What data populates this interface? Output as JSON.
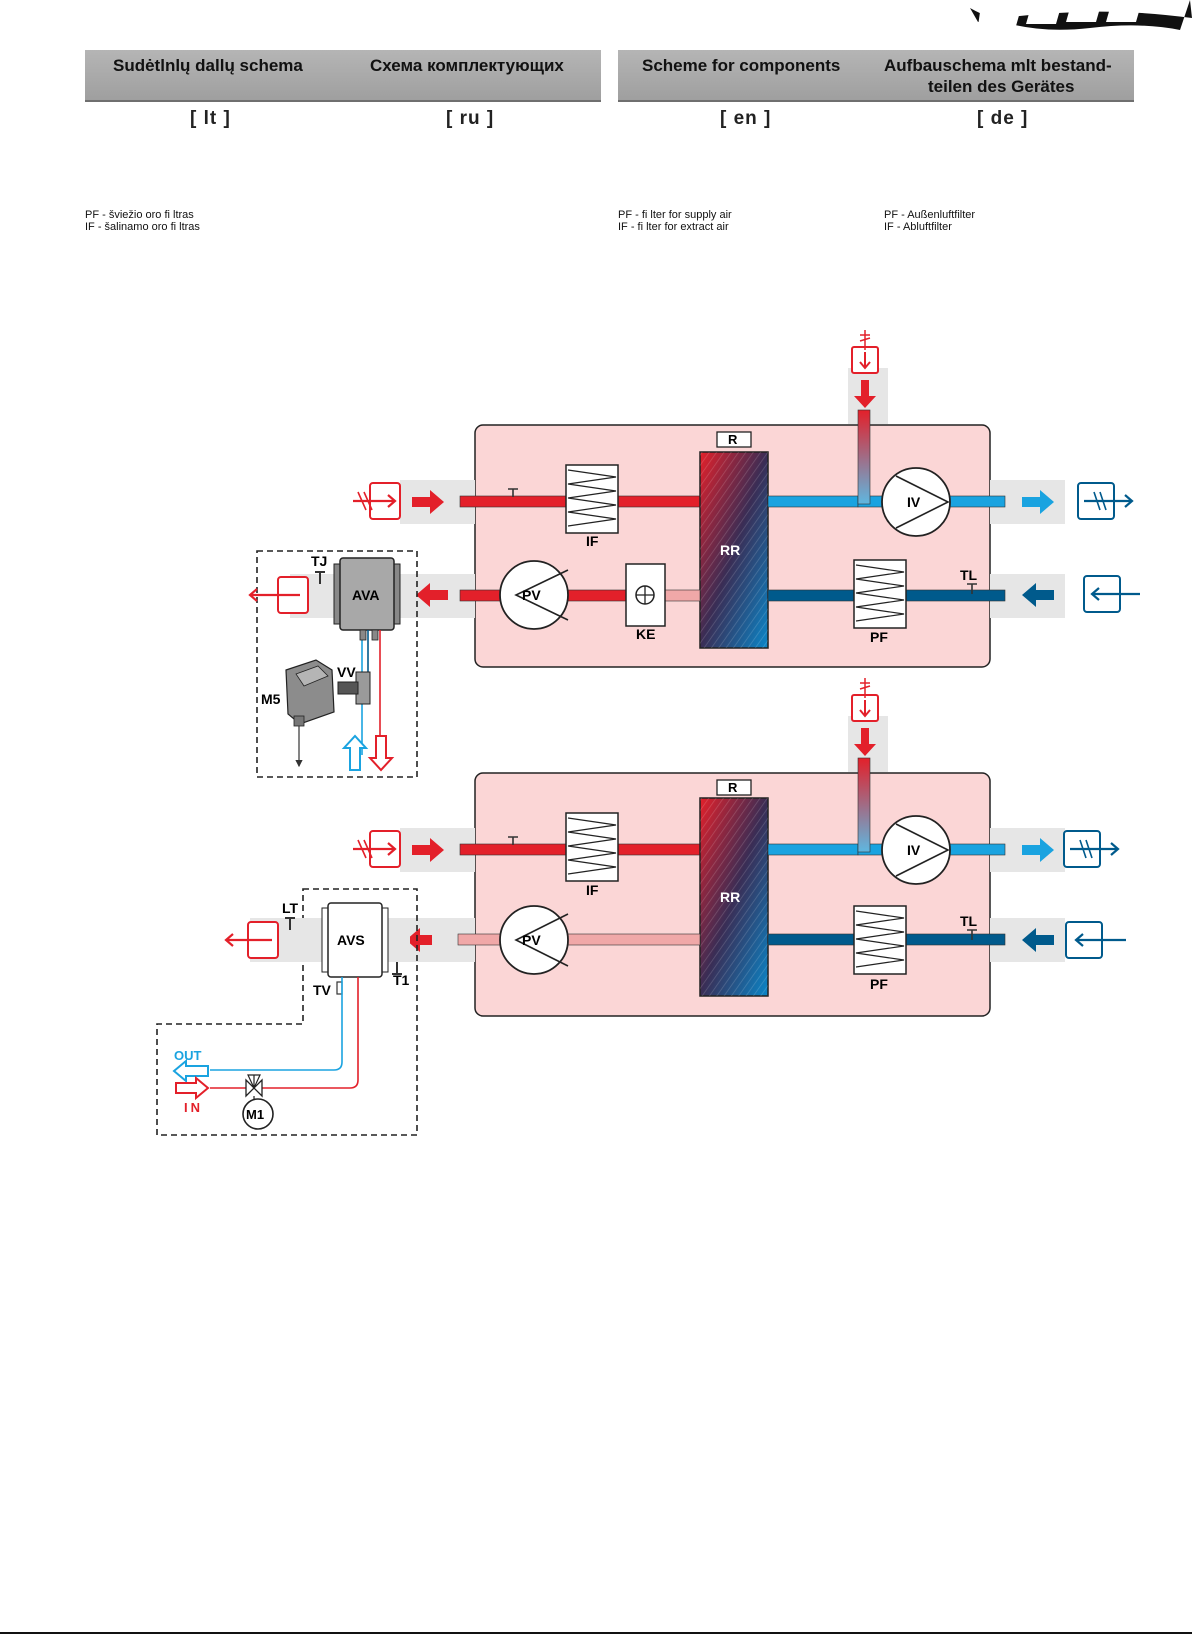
{
  "header": {
    "lt_title": "Sudėtlnlų dallų schema",
    "ru_title": "Схема комплектующих",
    "en_title": "Scheme for components",
    "de_title_line1": "Aufbauschema mlt bestand-",
    "de_title_line2": "teilen des Gerätes"
  },
  "lang_codes": {
    "lt": "[ lt ]",
    "ru": "[ ru ]",
    "en": "[ en ]",
    "de": "[ de ]"
  },
  "legend": {
    "lt": [
      "PF - šviežio oro fi ltras",
      "IF - šalinamo oro fi ltras"
    ],
    "en": [
      "PF - fi lter for supply air",
      "IF - fi lter for extract air"
    ],
    "de": [
      "PF - Außenluftfilter",
      "IF - Abluftfilter"
    ]
  },
  "diagram_top": {
    "labels": {
      "r": "R",
      "rr": "RR",
      "if": "IF",
      "iv": "IV",
      "pv": "PV",
      "ke": "KE",
      "pf": "PF",
      "tl": "TL",
      "tj": "TJ",
      "ava": "AVA",
      "vv": "VV",
      "m5": "M5"
    }
  },
  "diagram_bottom": {
    "labels": {
      "r": "R",
      "rr": "RR",
      "if": "IF",
      "iv": "IV",
      "pv": "PV",
      "pf": "PF",
      "tl": "TL",
      "lt": "LT",
      "avs": "AVS",
      "t1": "T1",
      "tv": "TV",
      "out": "OUT",
      "in": "IN",
      "m1": "M1"
    }
  },
  "colors": {
    "red": "#e3202a",
    "light_blue": "#1aa3e0",
    "dark_blue": "#005a8c",
    "unit_bg": "#fbd6d6",
    "duct": "#e6e6e6",
    "pink": "#f0a8a8"
  }
}
